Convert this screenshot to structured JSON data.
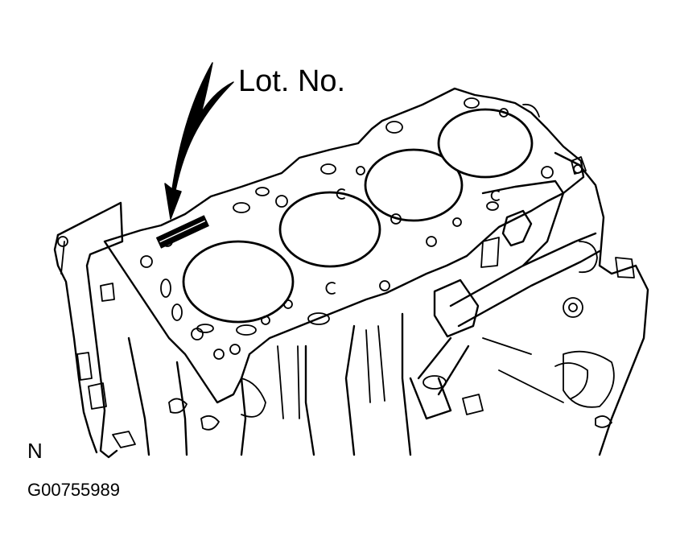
{
  "callout": {
    "label": "Lot. No."
  },
  "orientation": {
    "label": "N"
  },
  "figure_code": "G00755989",
  "colors": {
    "ink": "#000000",
    "paper": "#ffffff"
  }
}
